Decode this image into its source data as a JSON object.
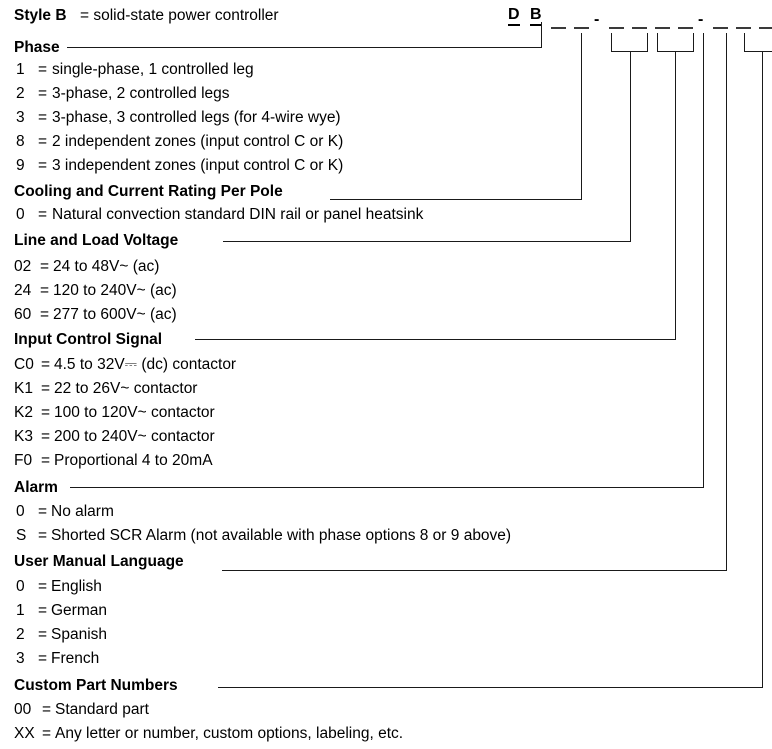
{
  "document": {
    "type": "part-number-configuration-chart",
    "part_number_template": {
      "prefix_letters": [
        "D",
        "B"
      ],
      "separator": "-",
      "pattern": "D B _ _ - _ _ _ _ - _ _ _ _",
      "blank_count": 10
    }
  },
  "style_row": {
    "heading": "Style B",
    "description": "= solid-state power controller"
  },
  "sections": [
    {
      "heading": "Phase",
      "options": [
        {
          "code": "1",
          "eq": "=",
          "desc": "single-phase, 1 controlled leg"
        },
        {
          "code": "2",
          "eq": "=",
          "desc": "3-phase, 2 controlled legs"
        },
        {
          "code": "3",
          "eq": "=",
          "desc": "3-phase, 3 controlled legs (for 4-wire wye)"
        },
        {
          "code": "8",
          "eq": "=",
          "desc": "2 independent zones (input control C or K)"
        },
        {
          "code": "9",
          "eq": "=",
          "desc": "3 independent zones (input control C or K)"
        }
      ]
    },
    {
      "heading": "Cooling and Current Rating Per Pole",
      "options": [
        {
          "code": "0",
          "eq": "=",
          "desc": "Natural convection standard DIN rail or panel heatsink"
        }
      ]
    },
    {
      "heading": "Line and Load Voltage",
      "options": [
        {
          "code": "02",
          "eq": "=",
          "desc": "24 to 48V~ (ac)"
        },
        {
          "code": "24",
          "eq": "=",
          "desc": "120 to 240V~ (ac)"
        },
        {
          "code": "60",
          "eq": "=",
          "desc": "277 to 600V~ (ac)"
        }
      ]
    },
    {
      "heading": "Input Control Signal",
      "options": [
        {
          "code": "C0",
          "eq": "=",
          "desc": "4.5 to 32V⎓ (dc) contactor"
        },
        {
          "code": "K1",
          "eq": "=",
          "desc": "22 to 26V~ contactor"
        },
        {
          "code": "K2",
          "eq": "=",
          "desc": "100 to 120V~ contactor"
        },
        {
          "code": "K3",
          "eq": "=",
          "desc": "200 to 240V~ contactor"
        },
        {
          "code": "F0",
          "eq": "=",
          "desc": "Proportional 4 to 20mA"
        }
      ]
    },
    {
      "heading": "Alarm",
      "options": [
        {
          "code": "0",
          "eq": "=",
          "desc": "No alarm"
        },
        {
          "code": "S",
          "eq": "=",
          "desc": "Shorted SCR Alarm (not available with phase options 8 or 9 above)"
        }
      ]
    },
    {
      "heading": "User Manual Language",
      "options": [
        {
          "code": "0",
          "eq": "=",
          "desc": "English"
        },
        {
          "code": "1",
          "eq": "=",
          "desc": "German"
        },
        {
          "code": "2",
          "eq": "=",
          "desc": "Spanish"
        },
        {
          "code": "3",
          "eq": "=",
          "desc": "French"
        }
      ]
    },
    {
      "heading": "Custom Part Numbers",
      "options": [
        {
          "code": "00",
          "eq": "=",
          "desc": "Standard part"
        },
        {
          "code": "XX",
          "eq": "=",
          "desc": "Any letter or number, custom options, labeling, etc."
        }
      ]
    }
  ],
  "colors": {
    "ink": "#000000",
    "rule": "#1a1a1a",
    "blank": "#3a3a3a",
    "background": "#ffffff"
  }
}
